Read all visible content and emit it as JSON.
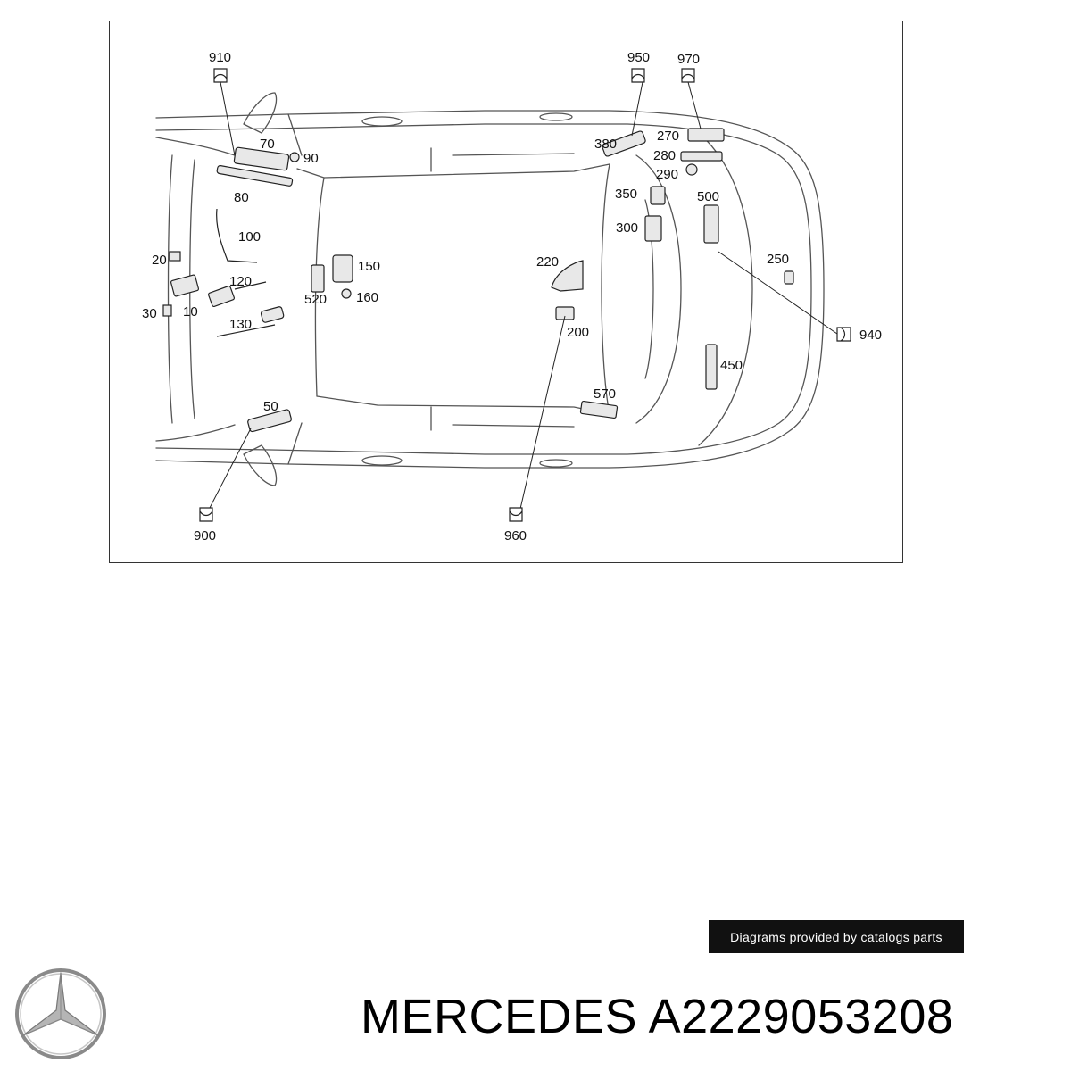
{
  "diagram": {
    "callouts": [
      {
        "id": "910",
        "text": "910"
      },
      {
        "id": "950",
        "text": "950"
      },
      {
        "id": "970",
        "text": "970"
      },
      {
        "id": "70",
        "text": "70"
      },
      {
        "id": "90",
        "text": "90"
      },
      {
        "id": "80",
        "text": "80"
      },
      {
        "id": "100",
        "text": "100"
      },
      {
        "id": "20",
        "text": "20"
      },
      {
        "id": "120",
        "text": "120"
      },
      {
        "id": "30",
        "text": "30"
      },
      {
        "id": "10",
        "text": "10"
      },
      {
        "id": "130",
        "text": "130"
      },
      {
        "id": "150",
        "text": "150"
      },
      {
        "id": "520",
        "text": "520"
      },
      {
        "id": "160",
        "text": "160"
      },
      {
        "id": "380",
        "text": "380"
      },
      {
        "id": "270",
        "text": "270"
      },
      {
        "id": "280",
        "text": "280"
      },
      {
        "id": "290",
        "text": "290"
      },
      {
        "id": "350",
        "text": "350"
      },
      {
        "id": "500",
        "text": "500"
      },
      {
        "id": "300",
        "text": "300"
      },
      {
        "id": "220",
        "text": "220"
      },
      {
        "id": "250",
        "text": "250"
      },
      {
        "id": "200",
        "text": "200"
      },
      {
        "id": "940",
        "text": "940"
      },
      {
        "id": "450",
        "text": "450"
      },
      {
        "id": "570",
        "text": "570"
      },
      {
        "id": "50",
        "text": "50"
      },
      {
        "id": "900",
        "text": "900"
      },
      {
        "id": "960",
        "text": "960"
      }
    ]
  },
  "watermark": {
    "text": "Diagrams provided by catalogs parts"
  },
  "product": {
    "brand": "MERCEDES",
    "part_number": "A2229053208",
    "title": "MERCEDES A2229053208"
  },
  "logo": {
    "name": "mercedes-star-logo"
  }
}
